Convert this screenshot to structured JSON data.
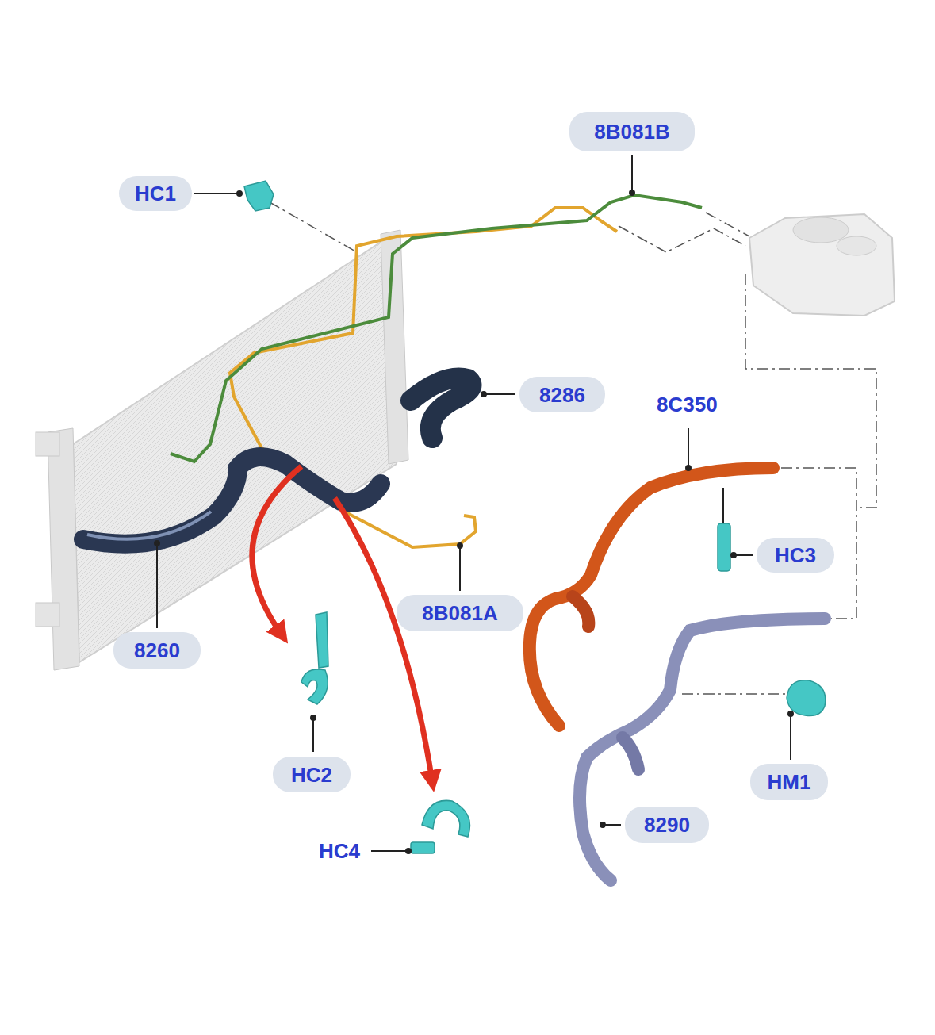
{
  "diagram": {
    "nodes": [
      {
        "text": [
          "8B081B"
        ]
      },
      {
        "text": [
          "HC1"
        ]
      },
      {
        "text": [
          "8286"
        ]
      },
      {
        "text": [
          "HC3"
        ]
      },
      {
        "text": [
          "8B081A"
        ]
      },
      {
        "text": [
          "8260"
        ]
      },
      {
        "text": [
          "HC2"
        ]
      },
      {
        "text": [
          "HM1"
        ]
      },
      {
        "text": [
          "8290"
        ]
      }
    ],
    "labels": [
      "8C350",
      "HC4"
    ]
  }
}
